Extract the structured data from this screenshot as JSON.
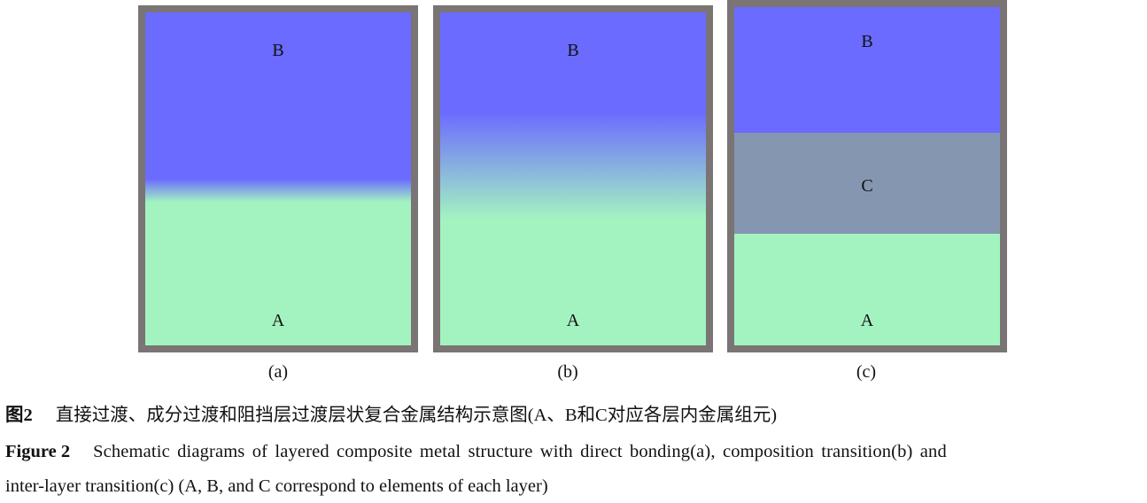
{
  "panels": [
    {
      "id": "a",
      "type": "direct-bonding",
      "top_label": "B",
      "bottom_label": "A",
      "subcaption": "(a)"
    },
    {
      "id": "b",
      "type": "composition-transition",
      "top_label": "B",
      "bottom_label": "A",
      "subcaption": "(b)"
    },
    {
      "id": "c",
      "type": "inter-layer-transition",
      "top_label": "B",
      "middle_label": "C",
      "bottom_label": "A",
      "subcaption": "(c)"
    }
  ],
  "colors": {
    "layer_B": "#6b6bff",
    "layer_A": "#a3f3c1",
    "layer_C": "#8596b0",
    "frame": "#7a7474"
  },
  "caption": {
    "cn_label": "图2",
    "cn_text": "直接过渡、成分过渡和阻挡层过渡层状复合金属结构示意图(A、B和C对应各层内金属组元)",
    "en_label": "Figure 2",
    "en_text_line1": "Schematic diagrams of layered composite metal structure with direct bonding(a), composition transition(b) and",
    "en_text_line2": "inter-layer transition(c) (A, B, and C correspond to elements of each layer)"
  }
}
